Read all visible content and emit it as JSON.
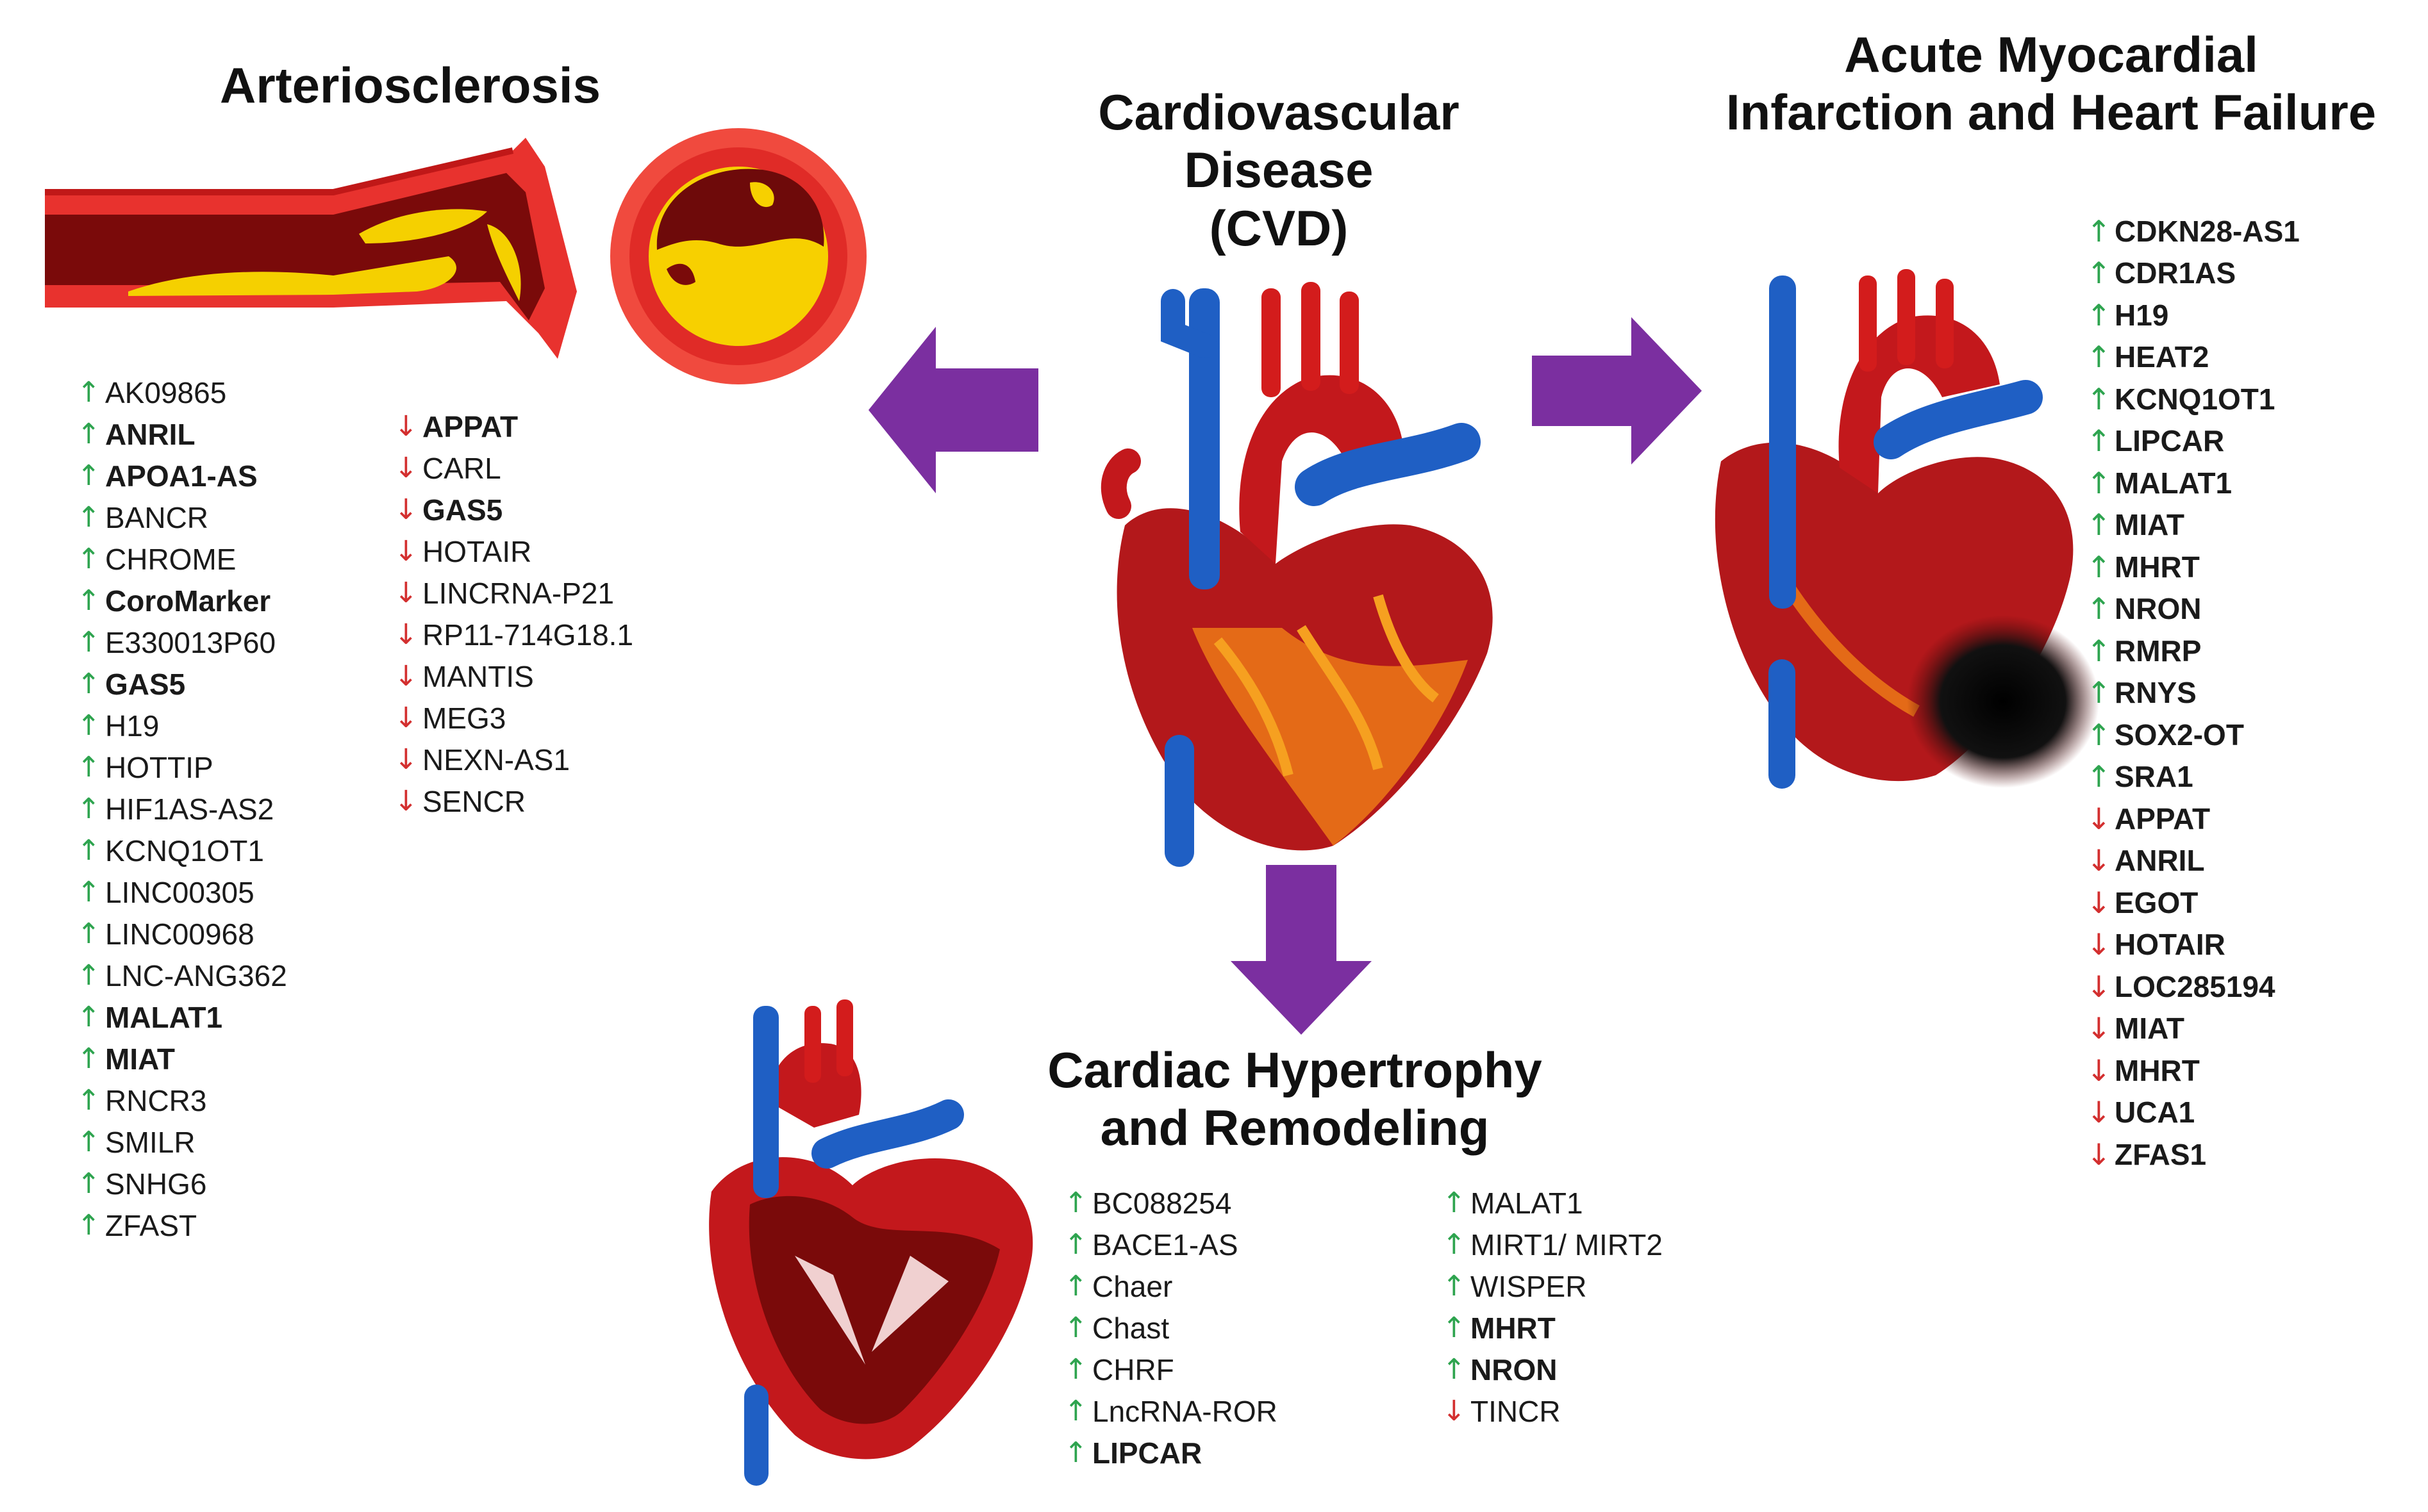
{
  "titles": {
    "cvd": [
      "Cardiovascular",
      "Disease",
      "(CVD)"
    ],
    "arterio": [
      "Arteriosclerosis"
    ],
    "ami": [
      "Acute Myocardial",
      "Infarction and Heart Failure"
    ],
    "hyper": [
      "Cardiac Hypertrophy",
      "and Remodeling"
    ]
  },
  "arrows": {
    "up": "↑",
    "down": "↓"
  },
  "colors": {
    "up_arrow": "#2ea44f",
    "down_arrow": "#d32f2f",
    "block_arrow": "#7b2fa0",
    "heart_red": "#c3181c",
    "vessel_blue": "#1f5fc4",
    "plaque_yellow": "#f5d000"
  },
  "lists": {
    "arterio_left": [
      {
        "name": "AK09865",
        "dir": "up",
        "bold": false
      },
      {
        "name": "ANRIL",
        "dir": "up",
        "bold": true
      },
      {
        "name": "APOA1-AS",
        "dir": "up",
        "bold": true
      },
      {
        "name": "BANCR",
        "dir": "up",
        "bold": false
      },
      {
        "name": "CHROME",
        "dir": "up",
        "bold": false
      },
      {
        "name": "CoroMarker",
        "dir": "up",
        "bold": true
      },
      {
        "name": "E330013P60",
        "dir": "up",
        "bold": false
      },
      {
        "name": "GAS5",
        "dir": "up",
        "bold": true
      },
      {
        "name": "H19",
        "dir": "up",
        "bold": false
      },
      {
        "name": "HOTTIP",
        "dir": "up",
        "bold": false
      },
      {
        "name": "HIF1AS-AS2",
        "dir": "up",
        "bold": false
      },
      {
        "name": "KCNQ1OT1",
        "dir": "up",
        "bold": false
      },
      {
        "name": "LINC00305",
        "dir": "up",
        "bold": false
      },
      {
        "name": "LINC00968",
        "dir": "up",
        "bold": false
      },
      {
        "name": "LNC-ANG362",
        "dir": "up",
        "bold": false
      },
      {
        "name": "MALAT1",
        "dir": "up",
        "bold": true
      },
      {
        "name": "MIAT",
        "dir": "up",
        "bold": true
      },
      {
        "name": "RNCR3",
        "dir": "up",
        "bold": false
      },
      {
        "name": "SMILR",
        "dir": "up",
        "bold": false
      },
      {
        "name": "SNHG6",
        "dir": "up",
        "bold": false
      },
      {
        "name": "ZFAST",
        "dir": "up",
        "bold": false
      }
    ],
    "arterio_right": [
      {
        "name": "APPAT",
        "dir": "down",
        "bold": true
      },
      {
        "name": "CARL",
        "dir": "down",
        "bold": false
      },
      {
        "name": "GAS5",
        "dir": "down",
        "bold": true
      },
      {
        "name": "HOTAIR",
        "dir": "down",
        "bold": false
      },
      {
        "name": "LINCRNA-P21",
        "dir": "down",
        "bold": false
      },
      {
        "name": "RP11-714G18.1",
        "dir": "down",
        "bold": false
      },
      {
        "name": "MANTIS",
        "dir": "down",
        "bold": false
      },
      {
        "name": "MEG3",
        "dir": "down",
        "bold": false
      },
      {
        "name": "NEXN-AS1",
        "dir": "down",
        "bold": false
      },
      {
        "name": "SENCR",
        "dir": "down",
        "bold": false
      }
    ],
    "ami": [
      {
        "name": "CDKN28-AS1",
        "dir": "up",
        "bold": true
      },
      {
        "name": "CDR1AS",
        "dir": "up",
        "bold": true
      },
      {
        "name": "H19",
        "dir": "up",
        "bold": true
      },
      {
        "name": "HEAT2",
        "dir": "up",
        "bold": true
      },
      {
        "name": "KCNQ1OT1",
        "dir": "up",
        "bold": true
      },
      {
        "name": "LIPCAR",
        "dir": "up",
        "bold": true
      },
      {
        "name": "MALAT1",
        "dir": "up",
        "bold": true
      },
      {
        "name": "MIAT",
        "dir": "up",
        "bold": true
      },
      {
        "name": "MHRT",
        "dir": "up",
        "bold": true
      },
      {
        "name": "NRON",
        "dir": "up",
        "bold": true
      },
      {
        "name": "RMRP",
        "dir": "up",
        "bold": true
      },
      {
        "name": "RNYS",
        "dir": "up",
        "bold": true
      },
      {
        "name": "SOX2-OT",
        "dir": "up",
        "bold": true
      },
      {
        "name": "SRA1",
        "dir": "up",
        "bold": true
      },
      {
        "name": "APPAT",
        "dir": "down",
        "bold": true
      },
      {
        "name": "ANRIL",
        "dir": "down",
        "bold": true
      },
      {
        "name": "EGOT",
        "dir": "down",
        "bold": true
      },
      {
        "name": "HOTAIR",
        "dir": "down",
        "bold": true
      },
      {
        "name": "LOC285194",
        "dir": "down",
        "bold": true
      },
      {
        "name": "MIAT",
        "dir": "down",
        "bold": true
      },
      {
        "name": "MHRT",
        "dir": "down",
        "bold": true
      },
      {
        "name": "UCA1",
        "dir": "down",
        "bold": true
      },
      {
        "name": "ZFAS1",
        "dir": "down",
        "bold": true
      }
    ],
    "hyper_left": [
      {
        "name": "BC088254",
        "dir": "up",
        "bold": false
      },
      {
        "name": "BACE1-AS",
        "dir": "up",
        "bold": false
      },
      {
        "name": "Chaer",
        "dir": "up",
        "bold": false
      },
      {
        "name": "Chast",
        "dir": "up",
        "bold": false
      },
      {
        "name": "CHRF",
        "dir": "up",
        "bold": false
      },
      {
        "name": "LncRNA-ROR",
        "dir": "up",
        "bold": false
      },
      {
        "name": "LIPCAR",
        "dir": "up",
        "bold": true
      }
    ],
    "hyper_right": [
      {
        "name": "MALAT1",
        "dir": "up",
        "bold": false
      },
      {
        "name": "MIRT1/ MIRT2",
        "dir": "up",
        "bold": false
      },
      {
        "name": "WISPER",
        "dir": "up",
        "bold": false
      },
      {
        "name": "MHRT",
        "dir": "up",
        "bold": true
      },
      {
        "name": "NRON",
        "dir": "up",
        "bold": true
      },
      {
        "name": "TINCR",
        "dir": "down",
        "bold": false
      }
    ]
  }
}
